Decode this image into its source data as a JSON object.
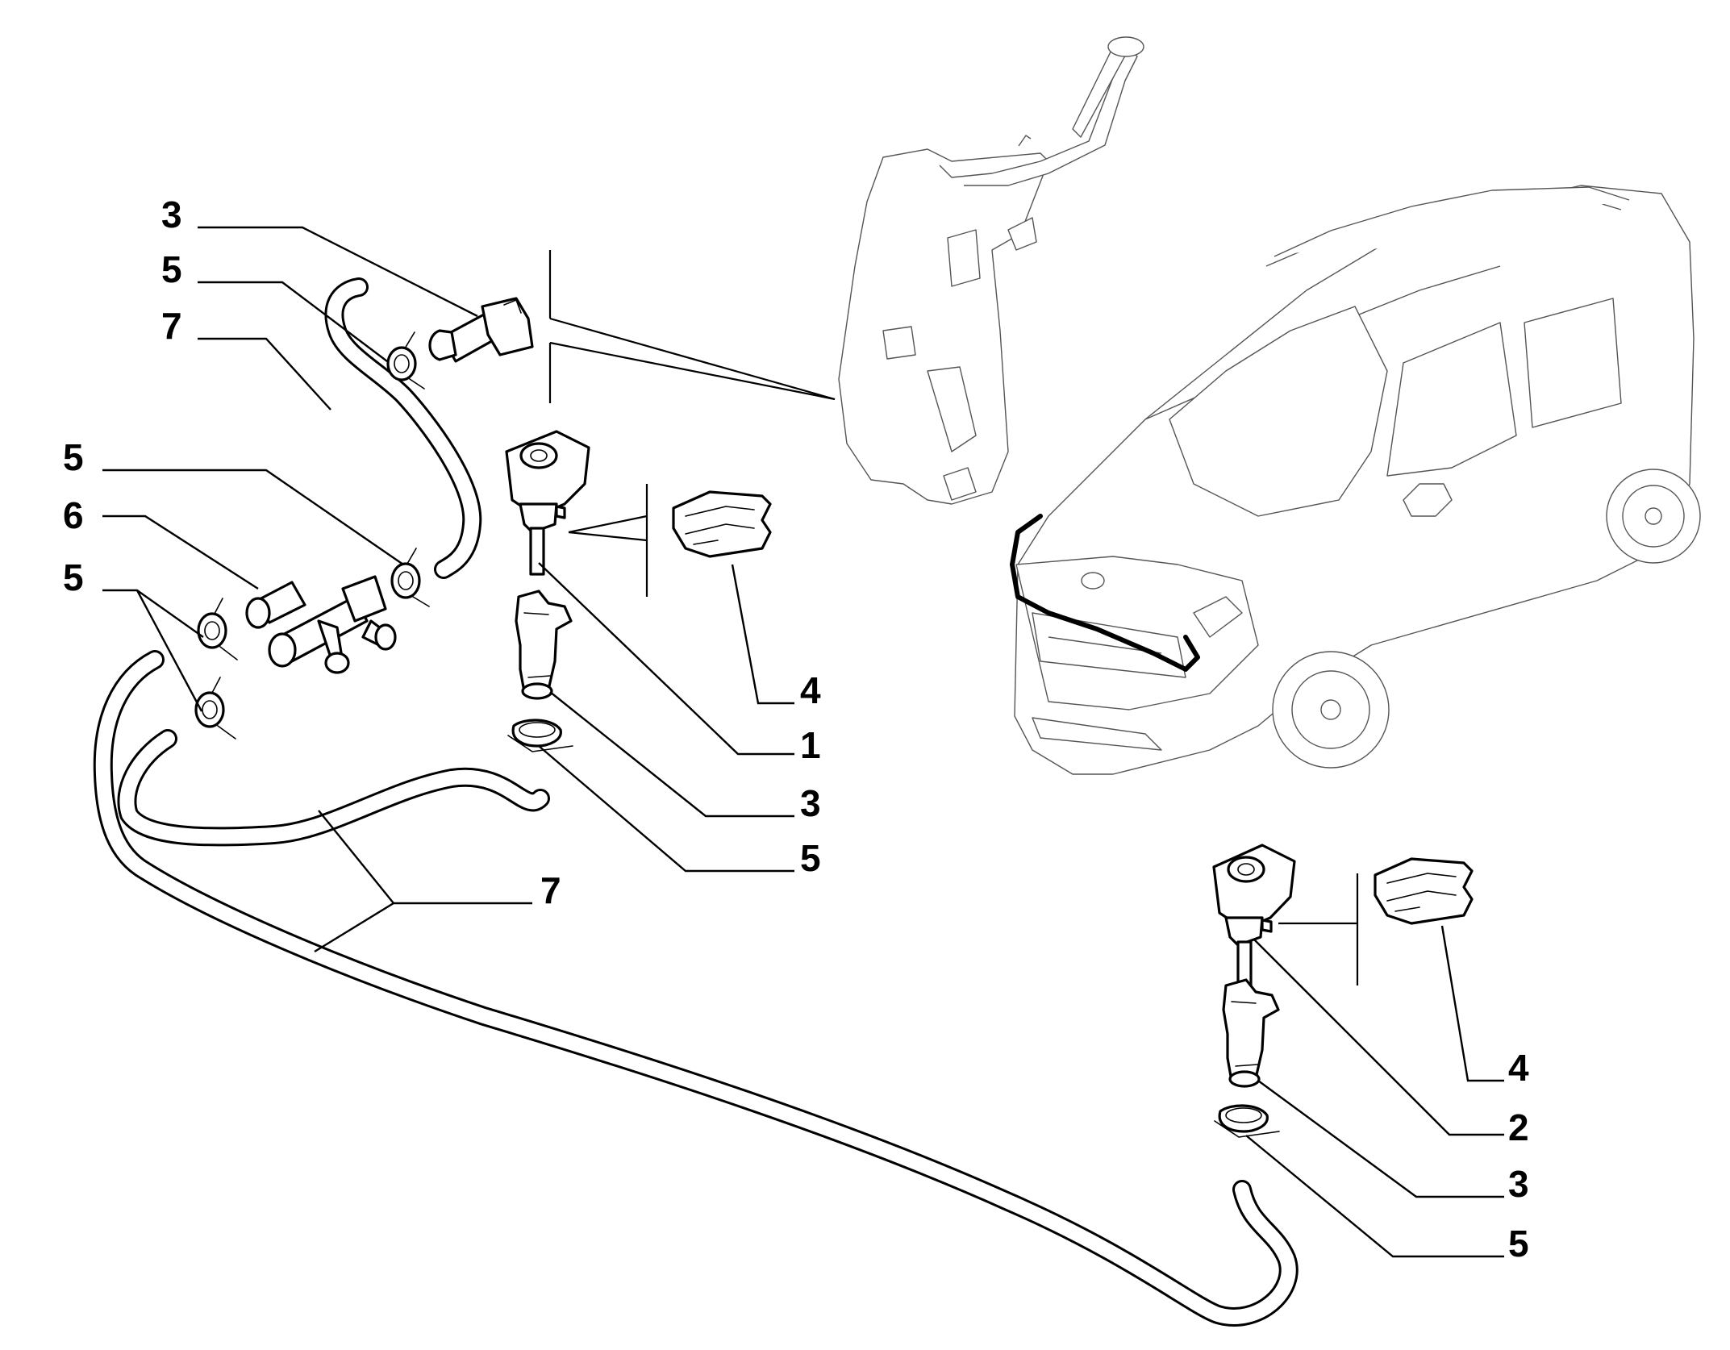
{
  "callouts": {
    "c3_top": "3",
    "c5_top": "5",
    "c7_top": "7",
    "c5_mid": "5",
    "c6": "6",
    "c5_left": "5",
    "c4_left": "4",
    "c1": "1",
    "c3_center": "3",
    "c5_center": "5",
    "c7_bottom": "7",
    "c4_right": "4",
    "c2": "2",
    "c3_right": "3",
    "c5_right": "5"
  }
}
